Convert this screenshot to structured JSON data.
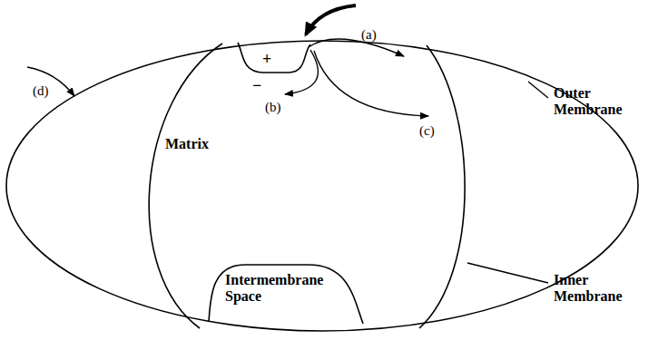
{
  "diagram": {
    "labels": [
      "+",
      "−",
      "(a)",
      "(b)",
      "(c)",
      "(d)",
      "Matrix",
      "Intermembrane Space",
      "Outer Membrane",
      "Inner Membrane"
    ]
  }
}
